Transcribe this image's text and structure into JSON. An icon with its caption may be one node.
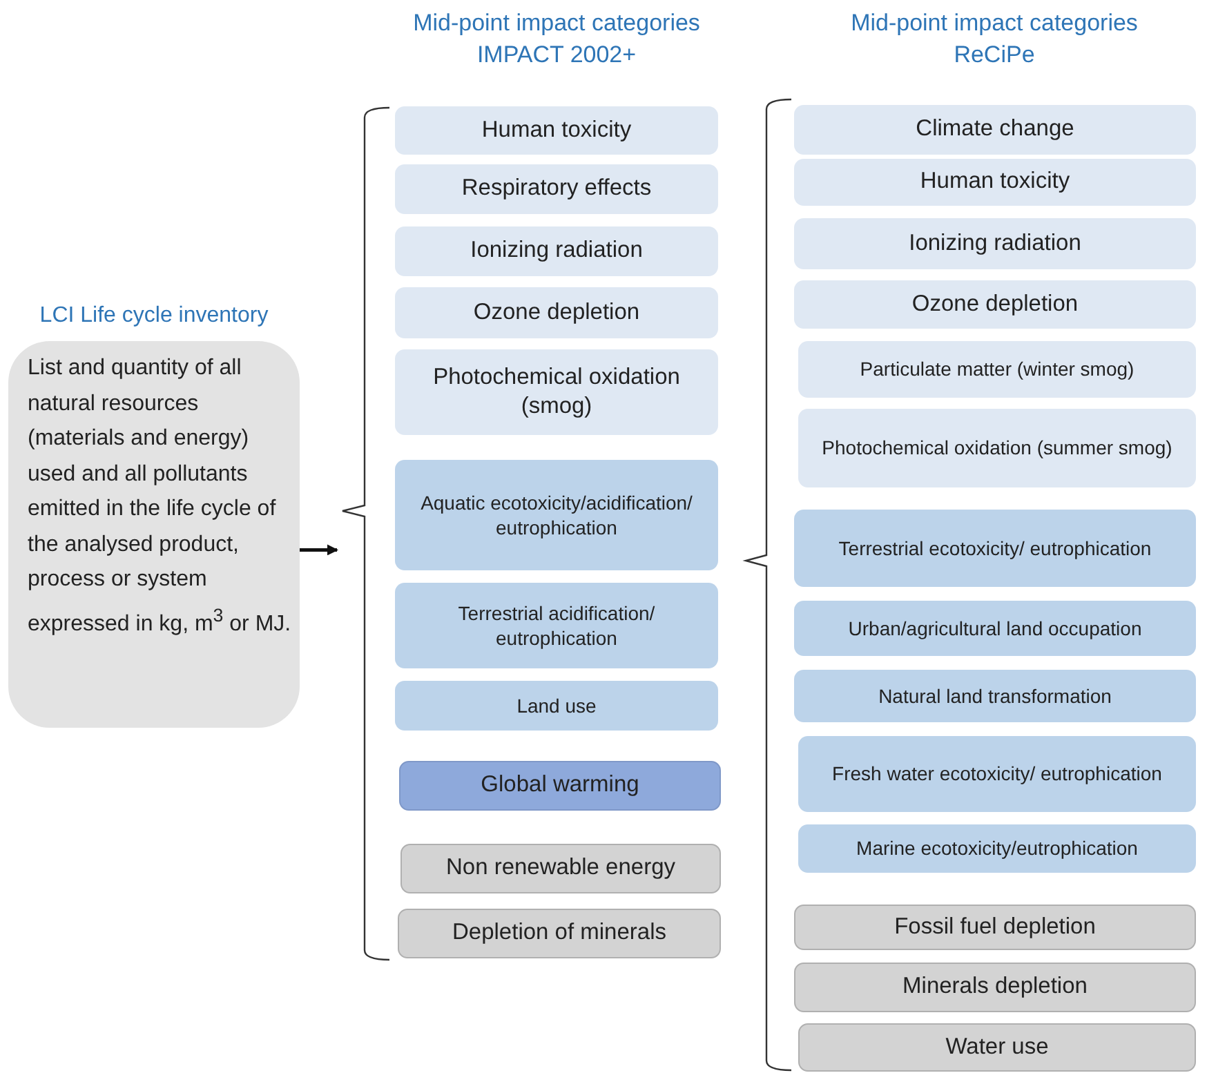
{
  "diagram": {
    "nodes": [
      {
        "text": [
          "LCI Life cycle inventory",
          "List and quantity of all natural resources (materials and energy) used and all pollutants emitted in the life cycle of the analysed product, process or system expressed in kg, m$^{3}$ or MJ."
        ]
      },
      {
        "text": [
          "Human toxicity"
        ]
      },
      {
        "text": [
          "Respiratory effects"
        ]
      },
      {
        "text": [
          "Ionizing radiation"
        ]
      },
      {
        "text": [
          "Ozone depletion"
        ]
      },
      {
        "text": [
          "Photochemical oxidation (smog)"
        ]
      },
      {
        "text": [
          "Aquatic ecotoxicity/acidification/ eutrophication"
        ]
      },
      {
        "text": [
          "Terrestrial acidification/ eutrophication"
        ]
      },
      {
        "text": [
          "Land use"
        ]
      },
      {
        "text": [
          "Global warming"
        ]
      },
      {
        "text": [
          "Non renewable energy"
        ]
      },
      {
        "text": [
          "Depletion of minerals"
        ]
      },
      {
        "text": [
          "Climate change"
        ]
      },
      {
        "text": [
          "Human toxicity"
        ]
      },
      {
        "text": [
          "Ionizing radiation"
        ]
      },
      {
        "text": [
          "Ozone depletion"
        ]
      },
      {
        "text": [
          "Particulate matter (winter smog)"
        ]
      },
      {
        "text": [
          "Photochemical oxidation (summer smog)"
        ]
      },
      {
        "text": [
          "Terrestrial ecotoxicity/ eutrophication"
        ]
      },
      {
        "text": [
          "Urban/agricultural land occupation"
        ]
      },
      {
        "text": [
          "Natural land transformation"
        ]
      },
      {
        "text": [
          "Fresh water ecotoxicity/ eutrophication"
        ]
      },
      {
        "text": [
          "Marine ecotoxicity/eutrophication"
        ]
      },
      {
        "text": [
          "Fossil fuel depletion"
        ]
      },
      {
        "text": [
          "Minerals depletion"
        ]
      },
      {
        "text": [
          "Water use"
        ]
      },
      {
        "text": [],
        "shape": "bracket"
      }
    ],
    "edges": [
      {
        "from": 0,
        "to": 26,
        "arrow": "to"
      }
    ],
    "labels": [
      "Mid-point impact categories IMPACT 2002+",
      "Mid-point impact categories ReCiPe"
    ]
  }
}
